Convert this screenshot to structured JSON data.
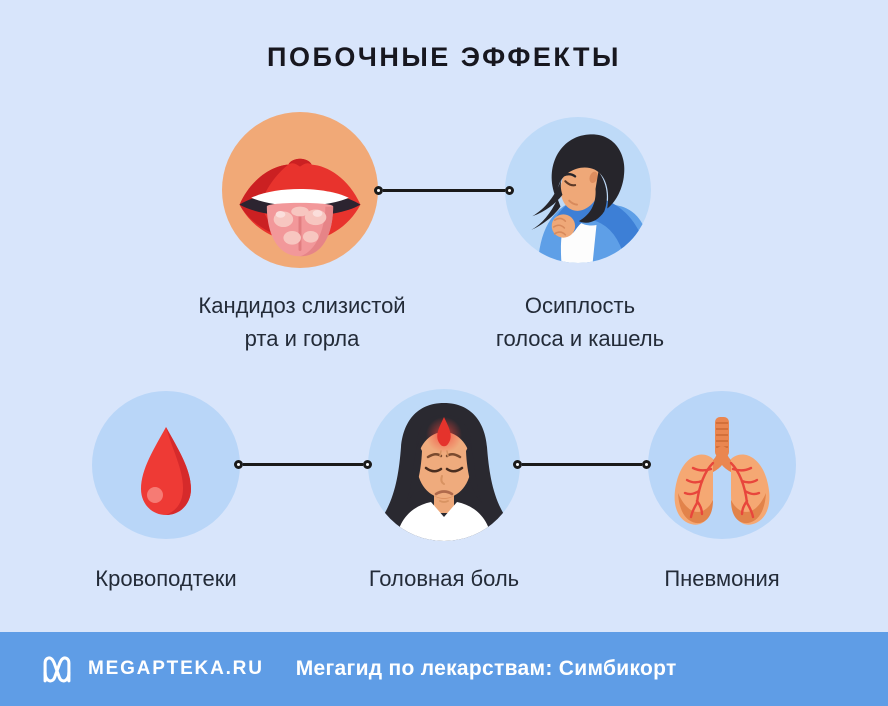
{
  "title": "ПОБОЧНЫЕ ЭФФЕКТЫ",
  "effects": [
    {
      "id": "candidiasis",
      "lines": [
        "Кандидоз слизистой",
        "рта и горла"
      ],
      "icon": "mouth-candidiasis-icon",
      "circle_color": "#F1A977"
    },
    {
      "id": "hoarseness",
      "lines": [
        "Осиплость",
        "голоса и кашель"
      ],
      "icon": "coughing-person-icon",
      "circle_color": "#BEDAF8"
    },
    {
      "id": "bruises",
      "lines": [
        "Кровоподтеки"
      ],
      "icon": "blood-drop-icon",
      "circle_color": "#B9D6F8"
    },
    {
      "id": "headache",
      "lines": [
        "Головная боль"
      ],
      "icon": "headache-woman-icon",
      "circle_color": "#BEDAF8"
    },
    {
      "id": "pneumonia",
      "lines": [
        "Пневмония"
      ],
      "icon": "lungs-icon",
      "circle_color": "#B9D6F8"
    }
  ],
  "footer": {
    "brand": "MEGAPTEKA.RU",
    "tagline": "Мегагид по лекарствам: Симбикорт",
    "logo": "megapteka-m-logo"
  },
  "colors": {
    "background": "#D8E5FB",
    "accent_orange_circle": "#F1A977",
    "accent_blue_circle": "#BEDAF8",
    "connector": "#1A1A1A",
    "text": "#232B38",
    "title_text": "#17171F",
    "footer_background": "#5F9DE6",
    "footer_text": "#FFFFFF",
    "illustration_red": "#EE3A35",
    "illustration_skin": "#EFAB7D",
    "illustration_lungs_orange": "#F5A873"
  }
}
